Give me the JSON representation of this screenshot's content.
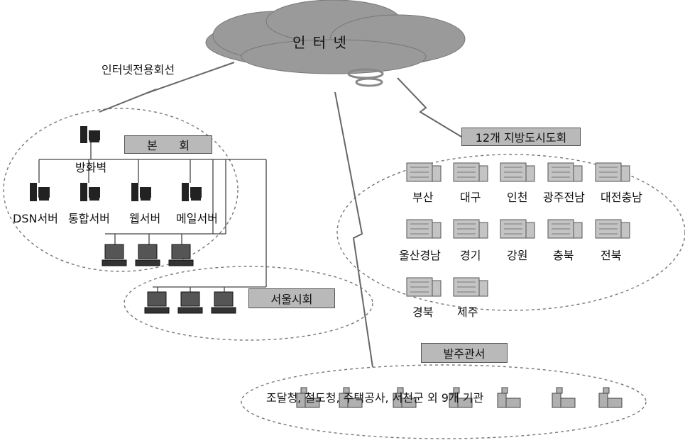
{
  "internet": {
    "label": "인 터 넷"
  },
  "leased_line": {
    "label": "인터넷전용회선"
  },
  "hq": {
    "title": "본      회",
    "firewall": "방화벽",
    "servers": [
      "DSN서버",
      "통합서버",
      "웹서버",
      "메일서버"
    ]
  },
  "seoul": {
    "title": "서울시회"
  },
  "regions": {
    "title": "12개 지방도시도회",
    "rows": [
      [
        "부산",
        "대구",
        "인천",
        "광주전남",
        "대전충남"
      ],
      [
        "울산경남",
        "경기",
        "강원",
        "충북",
        "전북"
      ],
      [
        "경북",
        "제주"
      ]
    ]
  },
  "clients": {
    "title": "발주관서",
    "desc": "조달청, 철도청, 주택공사, 서천군 외 9개 기관"
  }
}
